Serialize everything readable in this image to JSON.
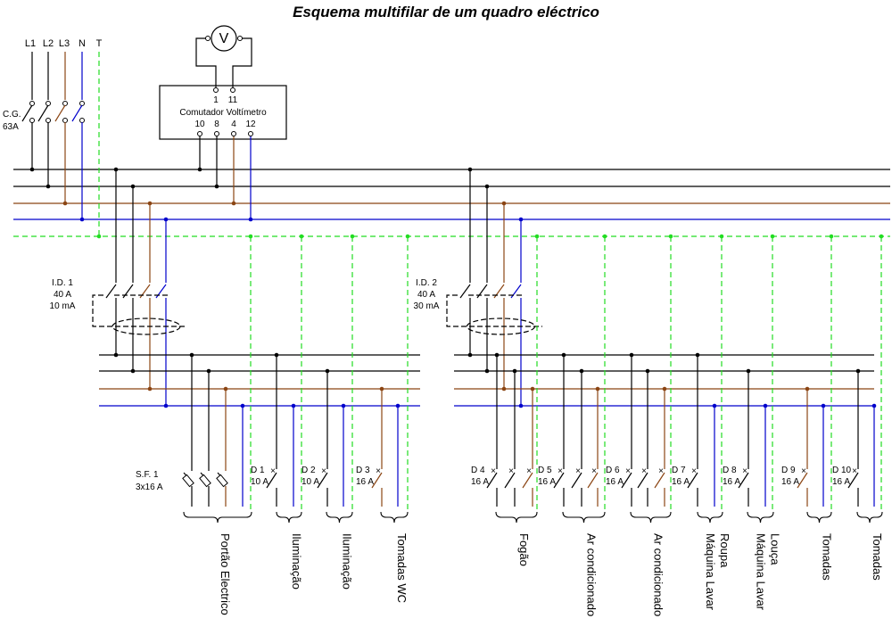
{
  "title": "Esquema multifilar de um quadro eléctrico",
  "colors": {
    "L1": "#000000",
    "L2": "#000000",
    "L3": "#8b4513",
    "N": "#0000cc",
    "T": "#22dd22"
  },
  "supply": {
    "phase_labels": [
      "L1",
      "L2",
      "L3",
      "N",
      "T"
    ],
    "breaker_label": [
      "C.G.",
      "63A"
    ]
  },
  "voltmeter": {
    "symbol": "V",
    "switch_label": "Comutador Voltímetro",
    "top_terminals": [
      "1",
      "11"
    ],
    "bottom_terminals": [
      "10",
      "8",
      "4",
      "12"
    ]
  },
  "rcds": [
    {
      "label": [
        "I.D. 1",
        "40 A",
        "10 mA"
      ]
    },
    {
      "label": [
        "I.D. 2",
        "40 A",
        "30 mA"
      ]
    }
  ],
  "fuse": {
    "label": [
      "S.F. 1",
      "3x16 A"
    ]
  },
  "breakers": [
    {
      "name": "D 1",
      "rating": "10 A"
    },
    {
      "name": "D 2",
      "rating": "10 A"
    },
    {
      "name": "D 3",
      "rating": "16 A"
    },
    {
      "name": "D 4",
      "rating": "16 A"
    },
    {
      "name": "D 5",
      "rating": "16 A"
    },
    {
      "name": "D 6",
      "rating": "16 A"
    },
    {
      "name": "D 7",
      "rating": "16 A"
    },
    {
      "name": "D 8",
      "rating": "16 A"
    },
    {
      "name": "D 9",
      "rating": "16 A"
    },
    {
      "name": "D 10",
      "rating": "16 A"
    }
  ],
  "circuits": [
    [
      "Portão Electrico"
    ],
    [
      "Iluminação"
    ],
    [
      "Iluminação"
    ],
    [
      "Tomadas WC"
    ],
    [
      "Fogão"
    ],
    [
      "Ar condicionado"
    ],
    [
      "Ar condicionado"
    ],
    [
      "Máquina Lavar",
      "Roupa"
    ],
    [
      "Máquina Lavar",
      "Louça"
    ],
    [
      "Tomadas"
    ],
    [
      "Tomadas"
    ]
  ]
}
